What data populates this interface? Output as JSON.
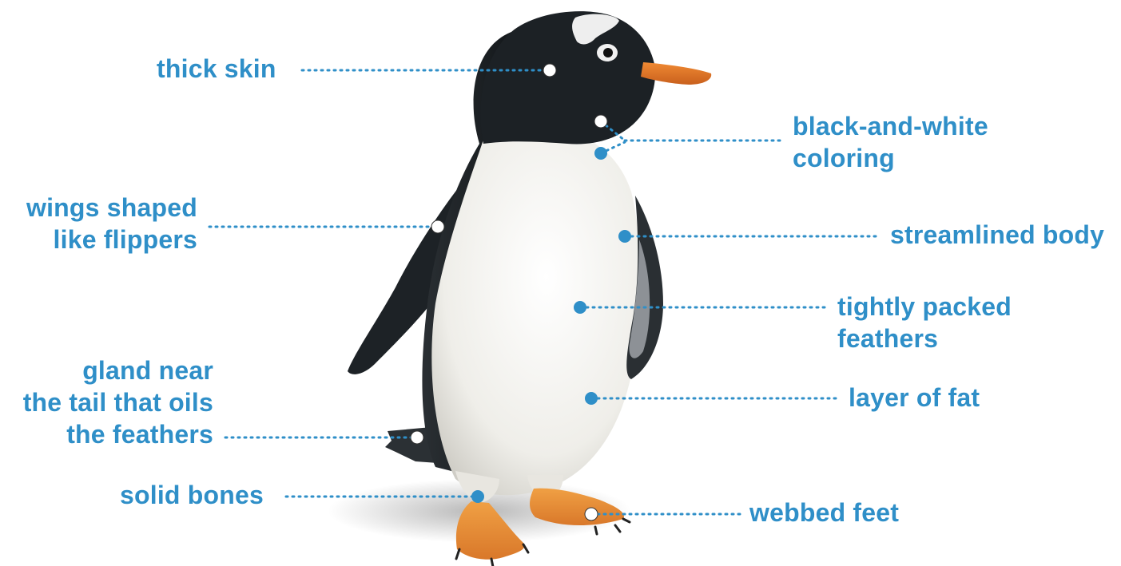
{
  "diagram": {
    "subject": "penguin",
    "colors": {
      "label": "#2f8fc8",
      "leader_line": "#2f8fc8",
      "dot_blue": "#2f8fc8",
      "dot_white": "#ffffff",
      "plumage_black": "#1b1f23",
      "belly_white": "#f3f2ee",
      "beak_orange": "#e37a26",
      "feet_orange": "#e8923a"
    },
    "labels": {
      "thick_skin": [
        "thick skin"
      ],
      "black_and_white_coloring": [
        "black-and-white",
        "coloring"
      ],
      "wings_shaped_like_flippers": [
        "wings shaped",
        "like flippers"
      ],
      "streamlined_body": [
        "streamlined body"
      ],
      "tightly_packed_feathers": [
        "tightly packed",
        "feathers"
      ],
      "gland_near_tail": [
        "gland near",
        "the tail that oils",
        "the feathers"
      ],
      "layer_of_fat": [
        "layer of fat"
      ],
      "solid_bones": [
        "solid bones"
      ],
      "webbed_feet": [
        "webbed feet"
      ]
    }
  }
}
